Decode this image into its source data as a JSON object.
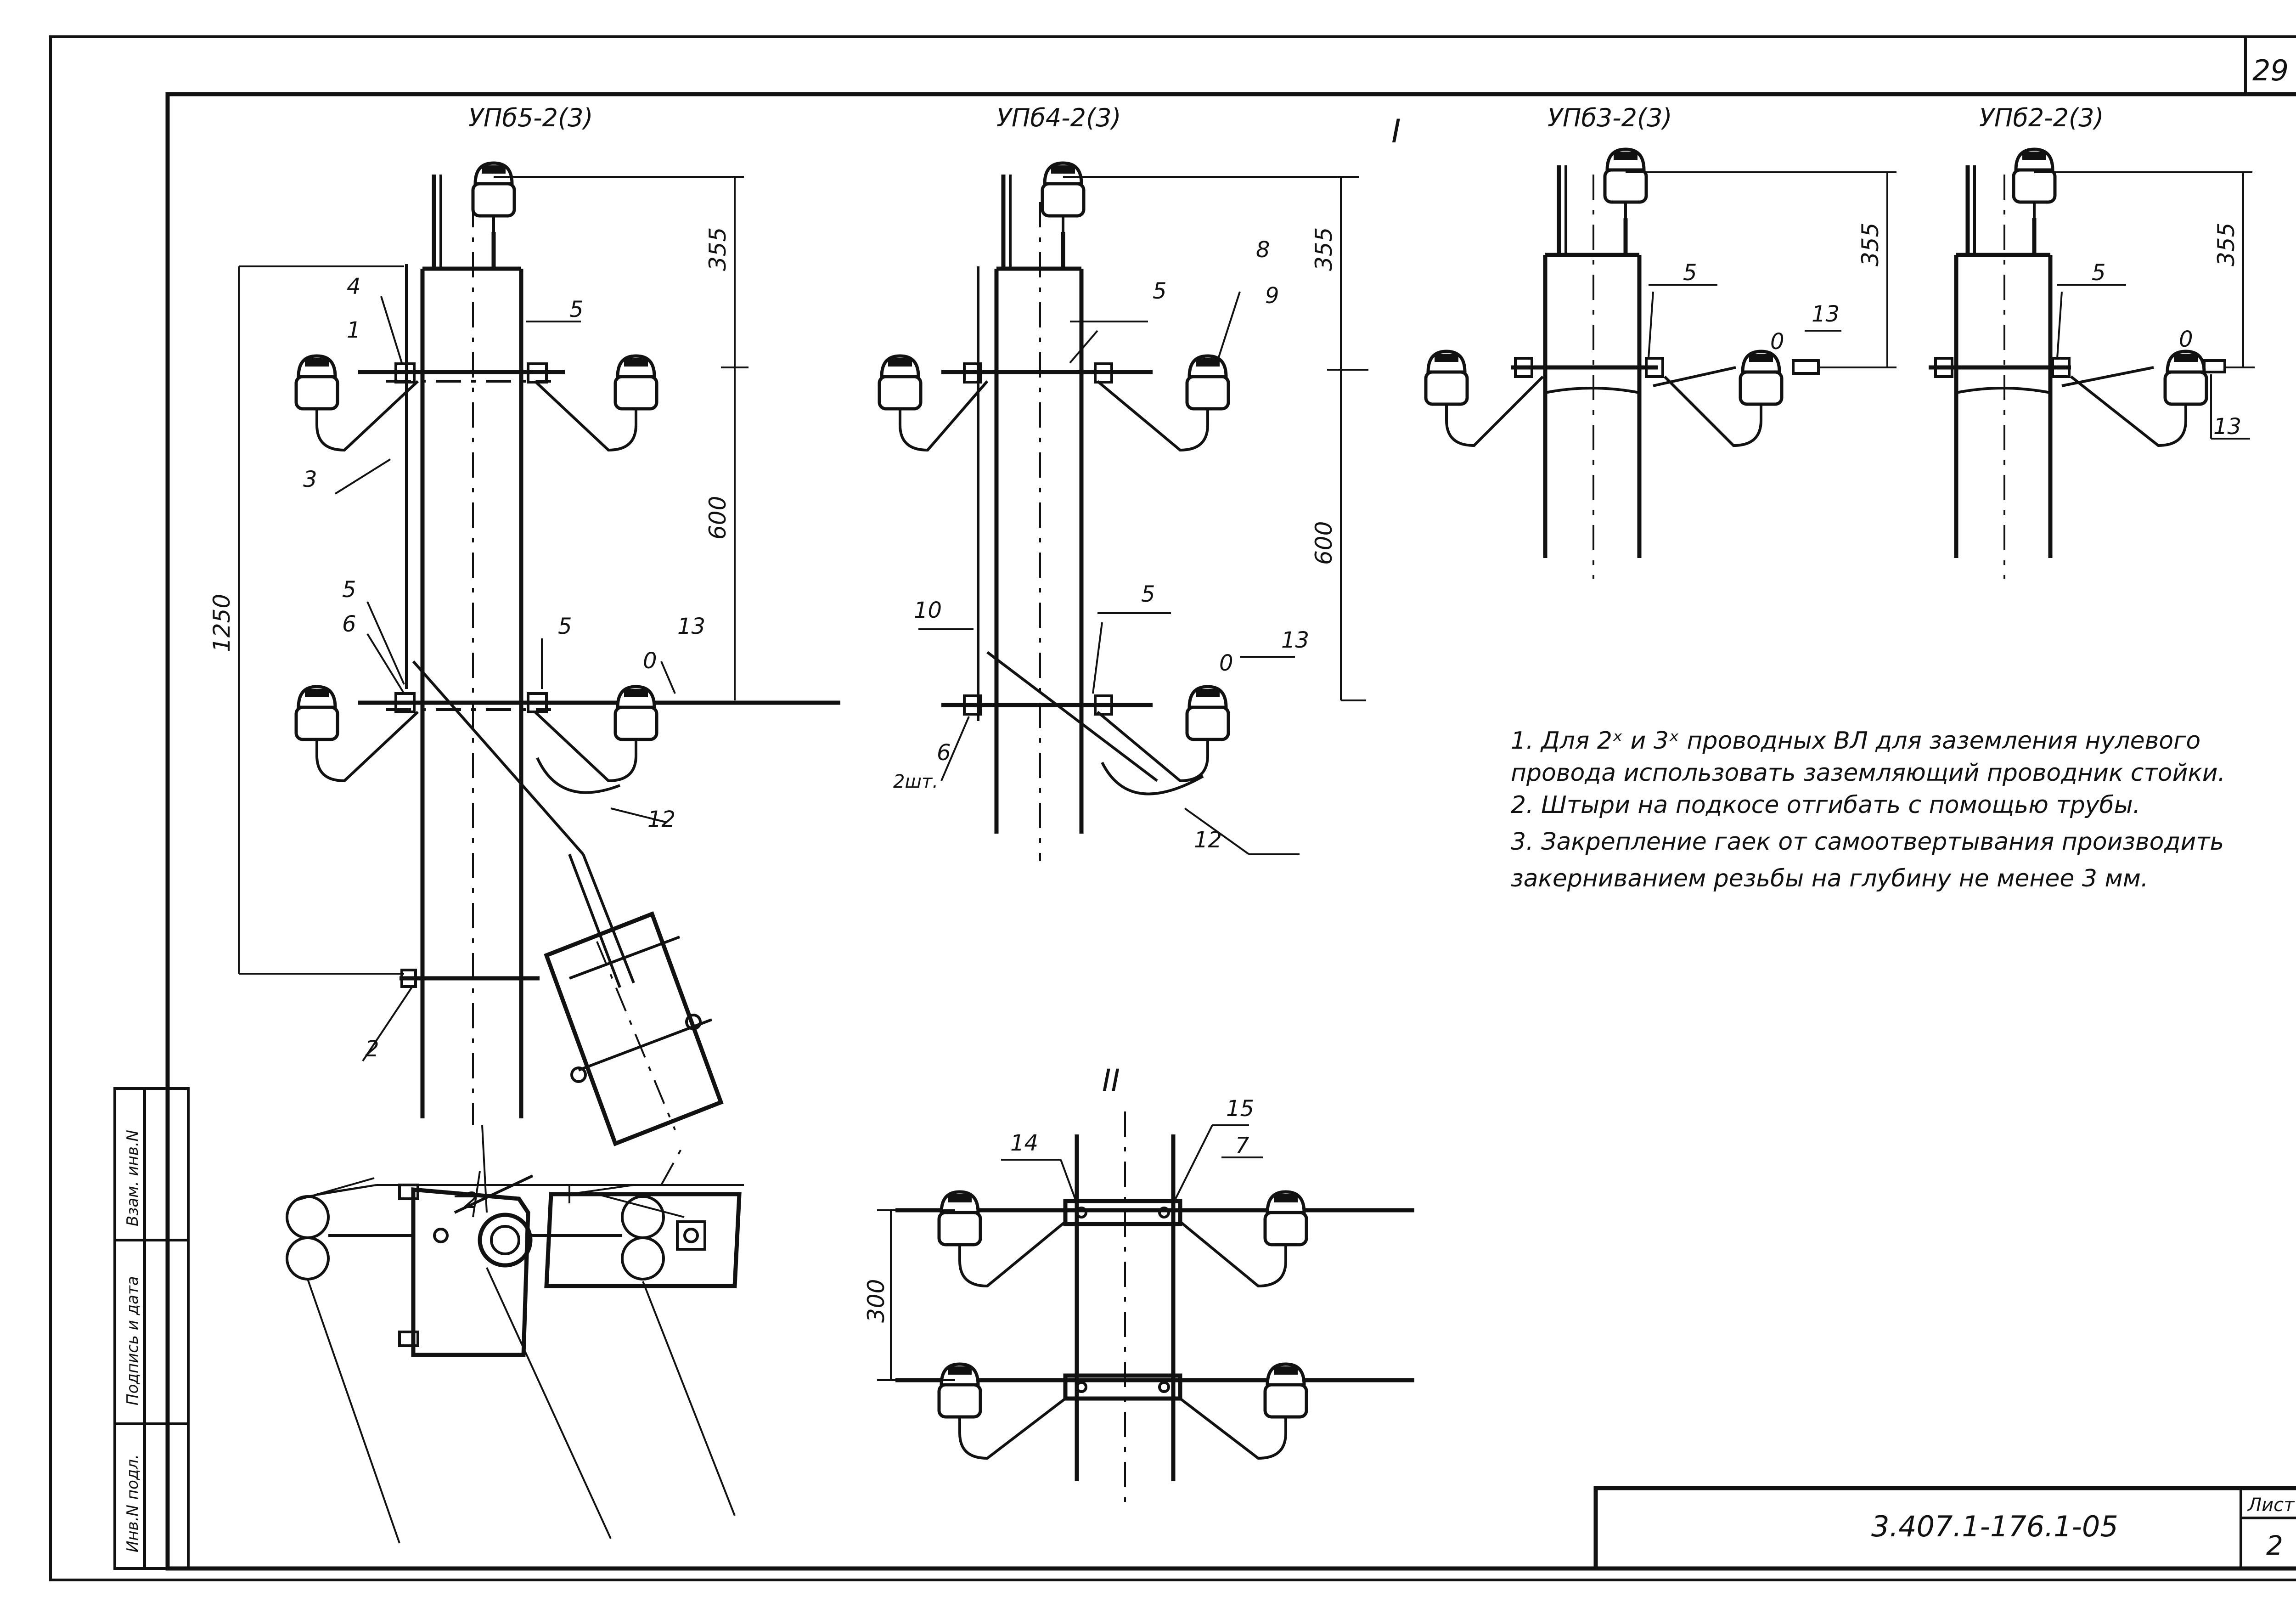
{
  "sheet_number": "29",
  "drawing_code": "3.407.1-176.1-05",
  "list_label": "Лист",
  "list_number": "2",
  "titles": {
    "upb5": "УПб5-2(3)",
    "upb4": "УПб4-2(3)",
    "upb3": "УПб3-2(3)",
    "upb2": "УПб2-2(3)",
    "view_I": "I",
    "view_II": "II"
  },
  "dimensions": {
    "d355": "355",
    "d600": "600",
    "d1250": "1250",
    "d300": "300"
  },
  "callouts": {
    "c1": "1",
    "c2": "2",
    "c3": "3",
    "c4": "4",
    "c5": "5",
    "c6": "6",
    "c6_qty": "2шт.",
    "c7": "7",
    "c8": "8",
    "c9": "9",
    "c10": "10",
    "c12": "12",
    "c13": "13",
    "c14": "14",
    "c15": "15",
    "c0": "0"
  },
  "notes": [
    "1. Для 2ˣ и 3ˣ проводных ВЛ для заземления нулевого",
    "   провода использовать заземляющий проводник стойки.",
    "2. Штыри на подкосе отгибать с помощью трубы.",
    "3. Закрепление гаек от самоотвертывания производить",
    "   закерниванием резьбы на глубину не менее 3 мм."
  ],
  "side_stamp": {
    "inv_podl": "Инв.N подл.",
    "podp_data": "Подпись и дата",
    "vzam_inv": "Взам. инв.N"
  }
}
